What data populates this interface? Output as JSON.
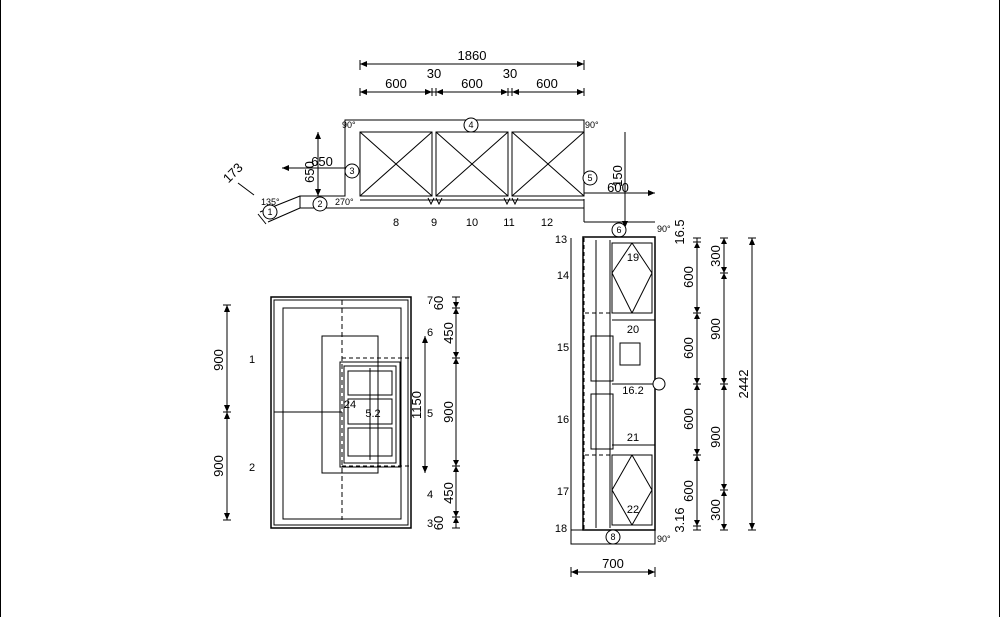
{
  "drawing": {
    "plan": {
      "top_dims": {
        "overall": "1860",
        "gap_a": "30",
        "gap_b": "30",
        "w1": "600",
        "w2": "600",
        "w3": "600"
      },
      "left_dims": {
        "d650_h": "650",
        "d650_v": "650",
        "d173": "173"
      },
      "right_dims": {
        "d150": "150",
        "d600": "600"
      },
      "angles": {
        "a1": "90°",
        "a2": "90°",
        "a3": "135°",
        "a4": "270°",
        "a5": "90°"
      },
      "markers": {
        "m1": "1",
        "m2": "2",
        "m3": "3",
        "m4": "4",
        "m5": "5",
        "m6": "6"
      },
      "labels": {
        "l8": "8",
        "l9": "9",
        "l10": "10",
        "l11": "11",
        "l12": "12"
      }
    },
    "front": {
      "height_dims": {
        "h900a": "900",
        "h900b": "900"
      },
      "right_dims": {
        "r60a": "60",
        "r450a": "450",
        "r1150": "1150",
        "r900": "900",
        "r450b": "450",
        "r60b": "60"
      },
      "labels": {
        "n1": "1",
        "n2": "2",
        "n3": "3",
        "n4": "4",
        "n5": "5",
        "n6": "6",
        "n7": "7",
        "n24": "24",
        "n52": "5.2"
      }
    },
    "side": {
      "labels": {
        "n13": "13",
        "n14": "14",
        "n15": "15",
        "n16": "16",
        "n17": "17",
        "n18": "18",
        "n19": "19",
        "n20": "20",
        "n162": "16.2",
        "n21": "21",
        "n22": "22"
      },
      "markers": {
        "m6": "6",
        "m8": "8"
      },
      "angles": {
        "a1": "90°",
        "a2": "90°"
      },
      "width": "700",
      "col1": {
        "c165": "16.5",
        "c600a": "600",
        "c600b": "600",
        "c600c": "600",
        "c600d": "600",
        "c316": "3.16"
      },
      "col2": {
        "c300a": "300",
        "c900a": "900",
        "c900b": "900",
        "c300b": "300"
      },
      "total": "2442"
    }
  }
}
